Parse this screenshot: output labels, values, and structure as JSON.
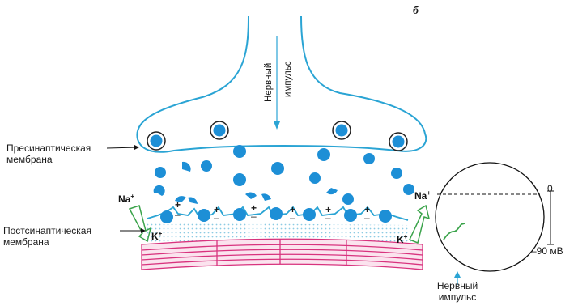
{
  "figure_letter": "б",
  "impulse_top": {
    "line1": "Нервный",
    "line2": "импульс"
  },
  "presynaptic_label": {
    "line1": "Пресинаптическая",
    "line2": "мембрана"
  },
  "postsynaptic_label": {
    "line1": "Постсинаптическая",
    "line2": "мембрана"
  },
  "ions": {
    "na": "Na",
    "k": "K",
    "charge": "+"
  },
  "charges": {
    "plus": "+",
    "minus": "–"
  },
  "oscilloscope": {
    "top_value": "0",
    "bottom_value": "–90 мВ"
  },
  "impulse_bottom": {
    "line1": "Нервный",
    "line2": "импульс"
  },
  "colors": {
    "membrane": "#2aa4d4",
    "vesicle": "#1d8fd6",
    "muscle": "#d8337e",
    "channel": "#3aa34a",
    "dots": "#9fd3e6"
  }
}
